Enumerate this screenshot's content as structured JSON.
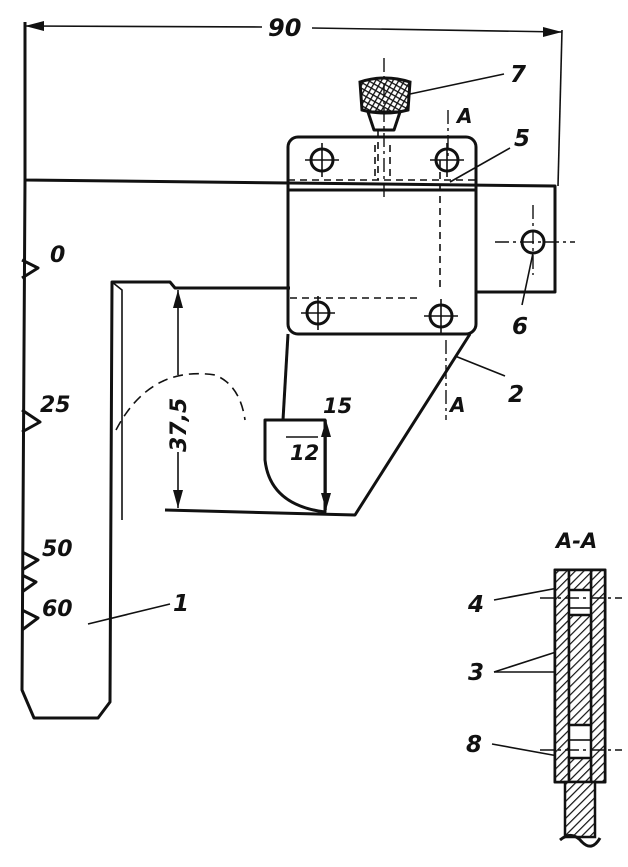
{
  "dimensions": {
    "overall_width": "90",
    "height_37_5": "37,5",
    "width_15": "15",
    "height_12": "12"
  },
  "scale_marks": [
    "0",
    "25",
    "50",
    "60"
  ],
  "callouts": {
    "c1": "1",
    "c2": "2",
    "c3": "3",
    "c4": "4",
    "c5": "5",
    "c6": "6",
    "c7": "7",
    "c8": "8"
  },
  "section": {
    "mark_top": "A",
    "mark_bottom": "A",
    "title": "А-А"
  }
}
